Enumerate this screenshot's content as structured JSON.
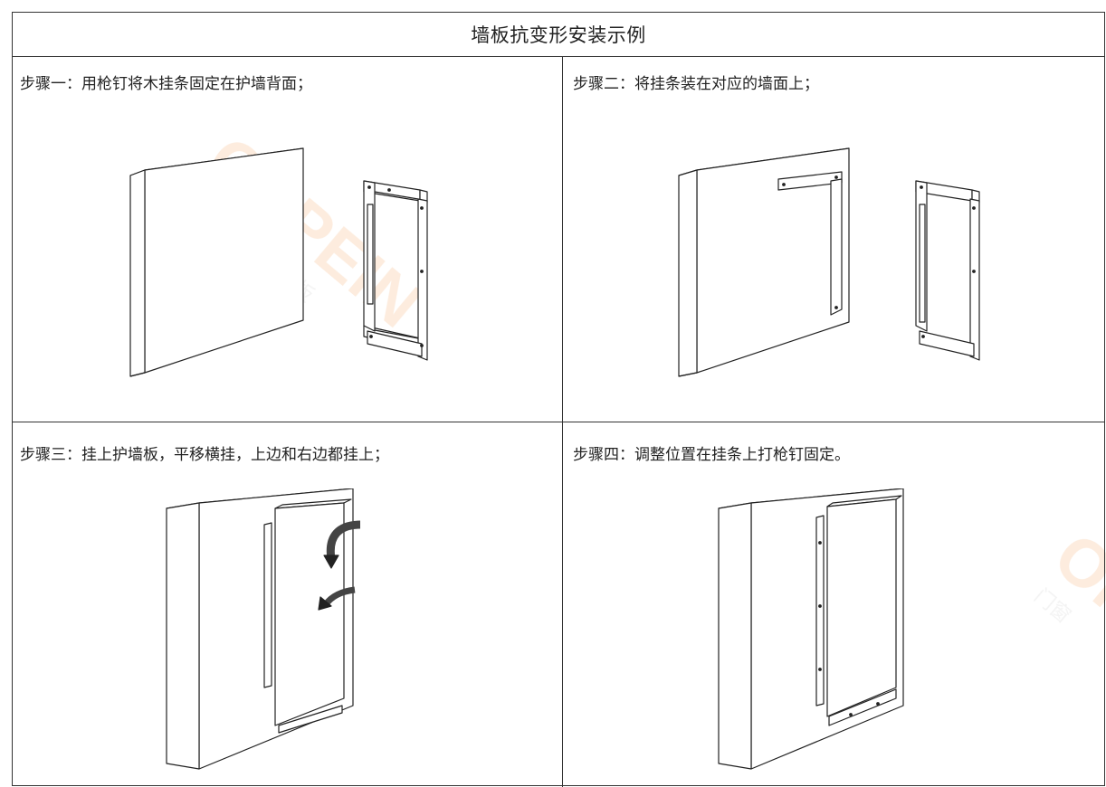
{
  "document": {
    "title": "墙板抗变形安装示例",
    "steps": [
      {
        "label": "步骤一：用枪钉将木挂条固定在护墙背面；"
      },
      {
        "label": "步骤二：将挂条装在对应的墙面上；"
      },
      {
        "label": "步骤三：挂上护墙板，平移横挂，上边和右边都挂上；"
      },
      {
        "label": "步骤四：调整位置在挂条上打枪钉固定。"
      }
    ]
  },
  "watermark": {
    "brand": "OPPEIN",
    "sub": "门窗 全屋 墙板 定制",
    "color": "#f3a96a"
  }
}
